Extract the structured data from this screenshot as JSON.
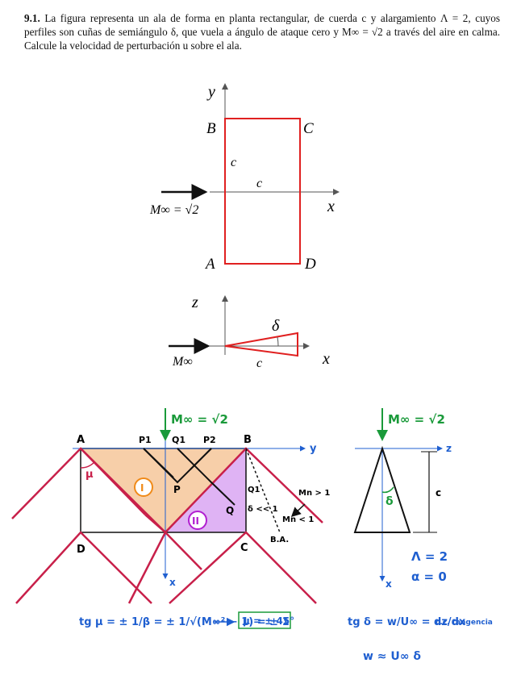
{
  "problem": {
    "number": "9.1.",
    "text": "La figura representa un ala de forma en planta rectangular, de cuerda c y alargamiento Λ = 2, cuyos perfiles son cuñas de semiángulo δ, que vuela a ángulo de ataque cero y M∞ = √2 a través del aire en calma. Calcule la velocidad de perturbación u sobre el ala."
  },
  "figure1": {
    "axis_y": "y",
    "axis_x": "x",
    "corner_B": "B",
    "corner_C": "C",
    "corner_A": "A",
    "corner_D": "D",
    "side_label": "c",
    "chord_label": "c",
    "mach_label": "M∞ = √2"
  },
  "figure2": {
    "axis_z": "z",
    "axis_x": "x",
    "angle_label": "δ",
    "chord_label": "c",
    "mach_label": "M∞"
  },
  "sketch": {
    "mach_top": "M∞ = √2",
    "A": "A",
    "B": "B",
    "C": "C",
    "D": "D",
    "P1": "P1",
    "Q1": "Q1",
    "P2": "P2",
    "Qa": "Q1",
    "P": "P",
    "Q": "Q",
    "region1": "I",
    "region2": "II",
    "mu": "μ",
    "axis_y": "y",
    "axis_x": "x",
    "mn_gt": "Mn > 1",
    "mn_lt": "Mn < 1",
    "delta_lt": "δ << 1",
    "ba": "B.A."
  },
  "wedge_sketch": {
    "mach": "M∞ = √2",
    "axis_z": "z",
    "axis_x": "x",
    "delta": "δ",
    "c": "c",
    "aspect": "Λ = 2",
    "alpha": "α = 0"
  },
  "formulas": {
    "mu_lhs": "tg μ = ± 1/β = ± 1/√(M∞² − 1) = ± 1",
    "mu_result": "μ = ± 45°",
    "tangency": "tg δ = w/U∞ = dz/dx",
    "tangency_note": "c.c. tangencia",
    "w": "w ≈ U∞ δ"
  },
  "colors": {
    "red": "#e02020",
    "crimson": "#c8204a",
    "blue": "#1f5fd0",
    "green": "#1a9a3a",
    "orange_fill": "#f6c79a",
    "purple_fill": "#d9a6f2",
    "purple": "#b11fd0",
    "orange": "#f08a18"
  }
}
